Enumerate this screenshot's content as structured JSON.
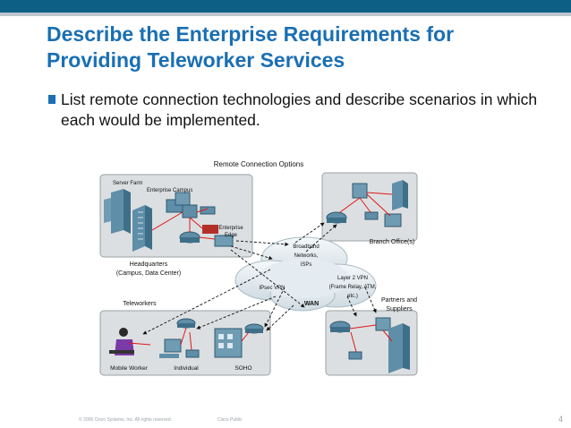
{
  "slide": {
    "title_line1": "Describe the Enterprise Requirements for",
    "title_line2": "Providing Teleworker Services",
    "bullet": "List remote connection technologies and describe scenarios in which each would be implemented.",
    "footer_copyright": "© 2006 Cisco Systems, Inc. All rights reserved.",
    "footer_public": "Cisco Public",
    "page_number": "4"
  },
  "diagram": {
    "title": "Remote Connection Options",
    "labels": {
      "server_farm": "Server Farm",
      "enterprise_campus": "Enterprise Campus",
      "enterprise_edge_1": "Enterprise",
      "enterprise_edge_2": "Edge",
      "headquarters_1": "Headquarters",
      "headquarters_2": "(Campus, Data Center)",
      "branch_offices": "Branch Office(s)",
      "broadband_1": "Broadband",
      "broadband_2": "Networks,",
      "broadband_3": "ISPs",
      "ipsec_vpn": "IPsec VPN",
      "layer2_1": "Layer 2 VPN",
      "layer2_2": "(Frame Relay, ATM,",
      "layer2_3": "etc.)",
      "wan": "WAN",
      "partners_1": "Partners and",
      "partners_2": "Suppliers",
      "teleworkers": "Teleworkers",
      "mobile_worker": "Mobile Worker",
      "individual": "Individual",
      "soho": "SOHO"
    },
    "colors": {
      "panel_fill": "#dcdfe1",
      "panel_stroke": "#9aa0a4",
      "device_blue": "#5f8ea8",
      "device_dark": "#3e6f89",
      "link_red": "#e01818",
      "cloud_fill": "#e4ecf1",
      "firewall_red": "#b3302a"
    }
  }
}
